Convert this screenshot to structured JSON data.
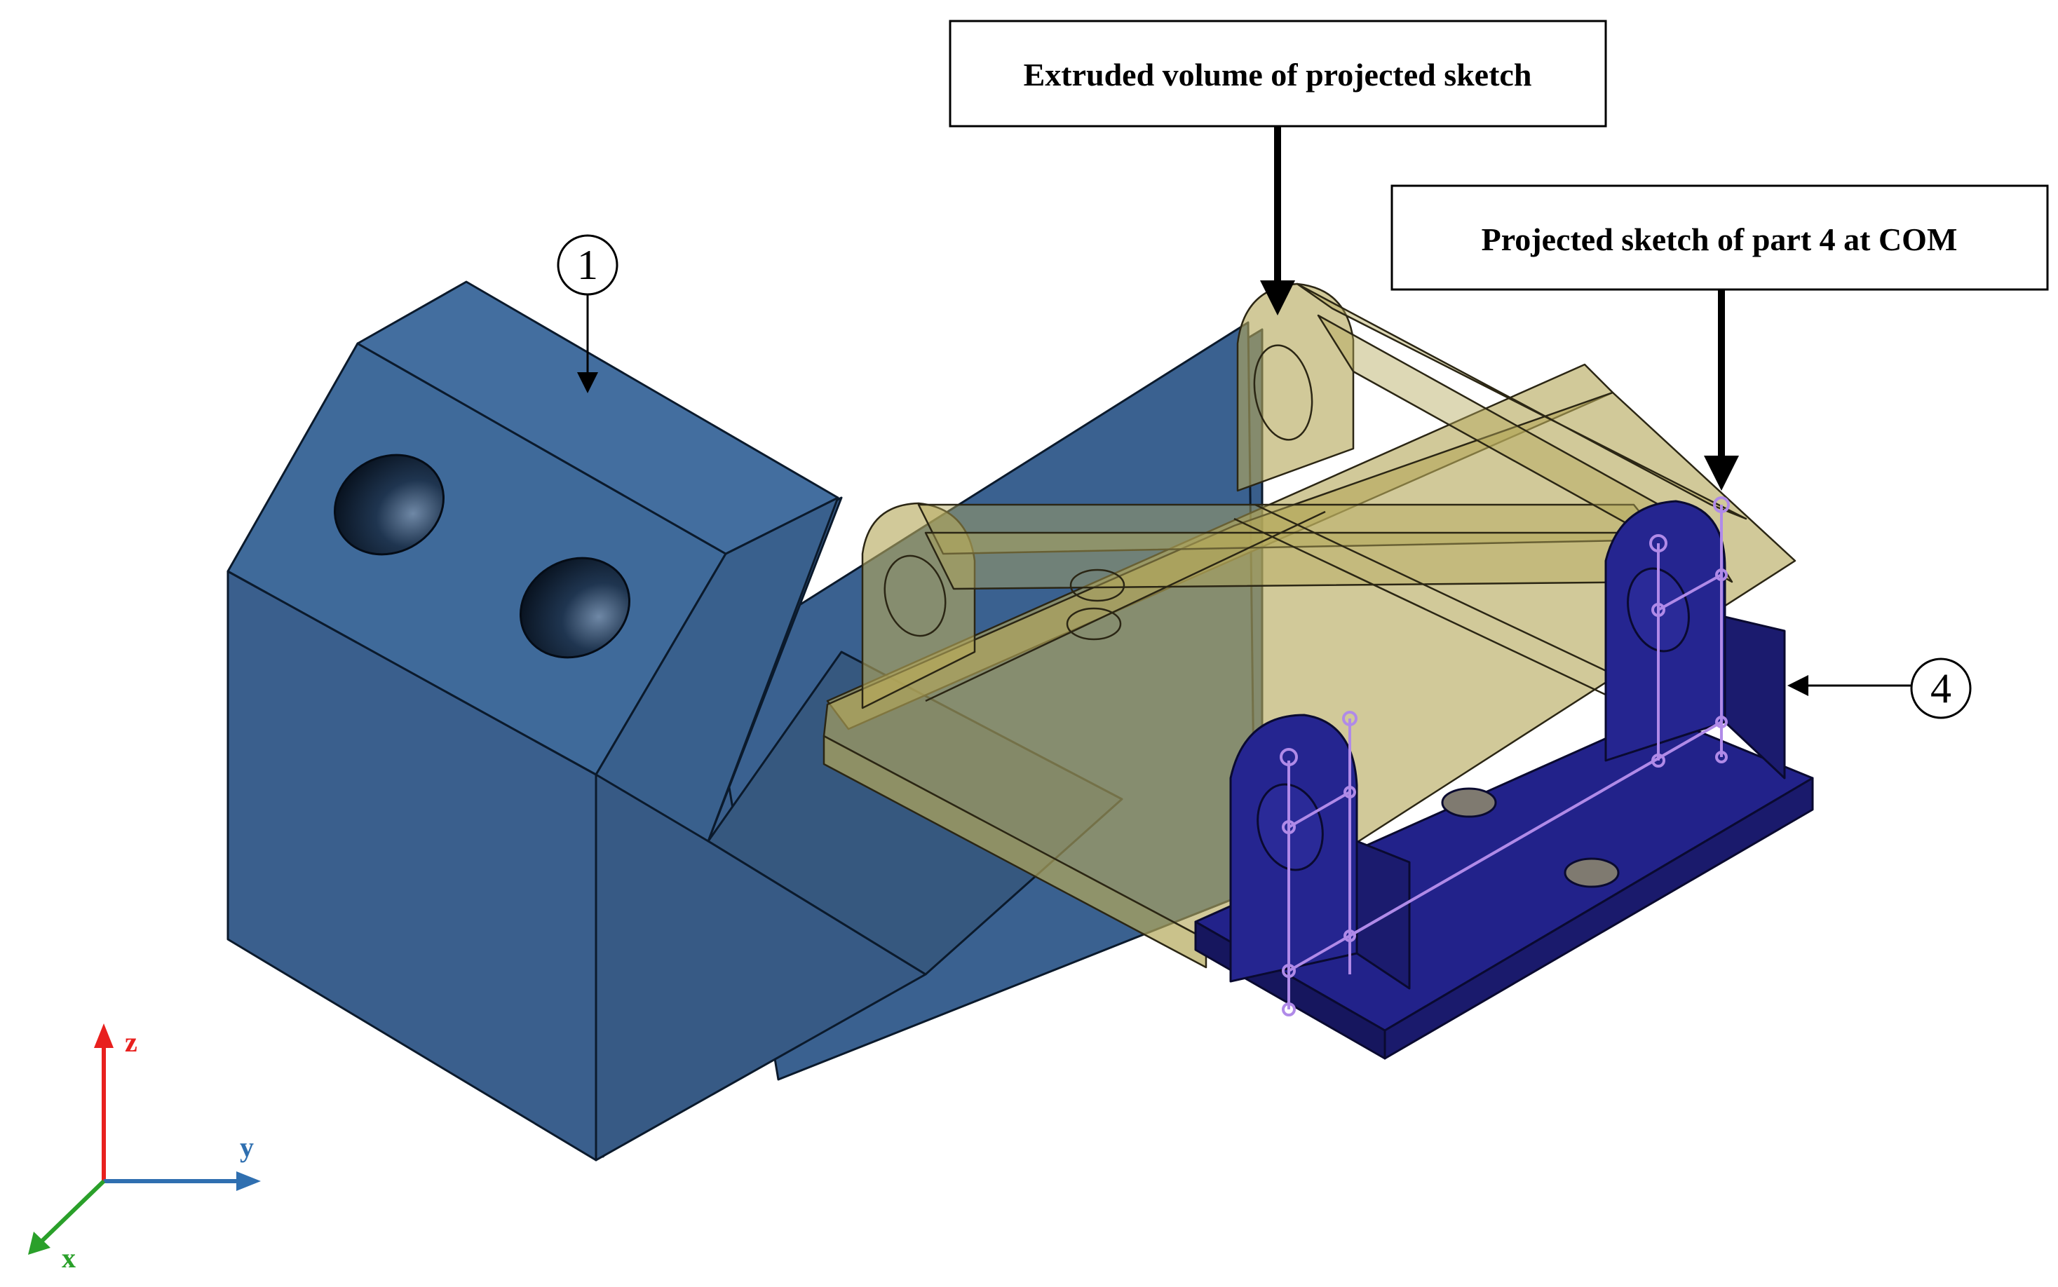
{
  "callouts": {
    "extruded": "Extruded volume of projected sketch",
    "projected": "Projected sketch of part 4 at COM"
  },
  "part_labels": {
    "part1": "1",
    "part4": "4"
  },
  "axes": {
    "z": "z",
    "y": "y",
    "x": "x",
    "z_color": "#e8201e",
    "y_color": "#2f6fb0",
    "x_color": "#2aa02a"
  },
  "colors": {
    "part1_top": "#3f6898",
    "part1_front": "#395e8b",
    "part1_side": "#35577f",
    "part4": "#1e1e7a",
    "extruded_volume": "#b4a85a",
    "sketch_lines": "#b08ae8"
  }
}
